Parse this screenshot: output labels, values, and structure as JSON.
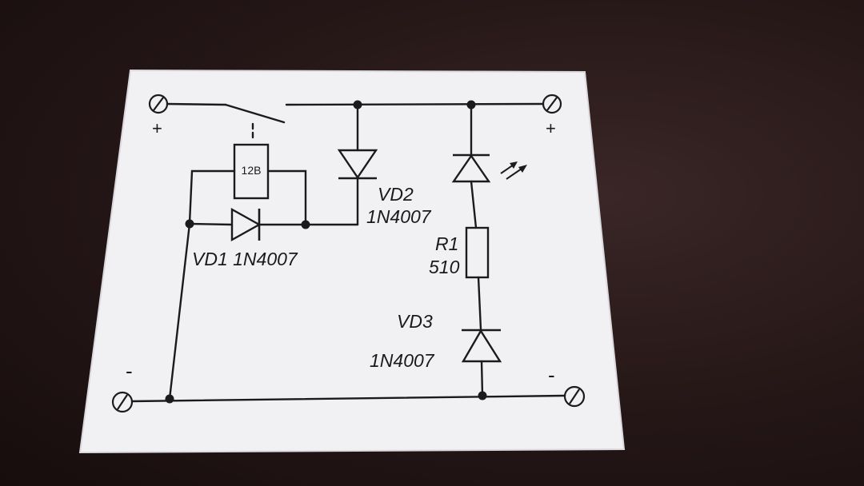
{
  "labels": {
    "relay": "12В",
    "vd1": "VD1 1N4007",
    "vd2_name": "VD2",
    "vd2_part": "1N4007",
    "r1_name": "R1",
    "r1_value": "510",
    "vd3_name": "VD3",
    "vd3_part": "1N4007",
    "plus_left": "+",
    "plus_right": "+",
    "minus_left": "-",
    "minus_right": "-"
  },
  "colors": {
    "background": "#241616",
    "paper": "#f1f1f4",
    "ink": "#1b1b1b"
  },
  "icons": {
    "terminal": "circle-slash",
    "led_rays": "double-arrow"
  }
}
